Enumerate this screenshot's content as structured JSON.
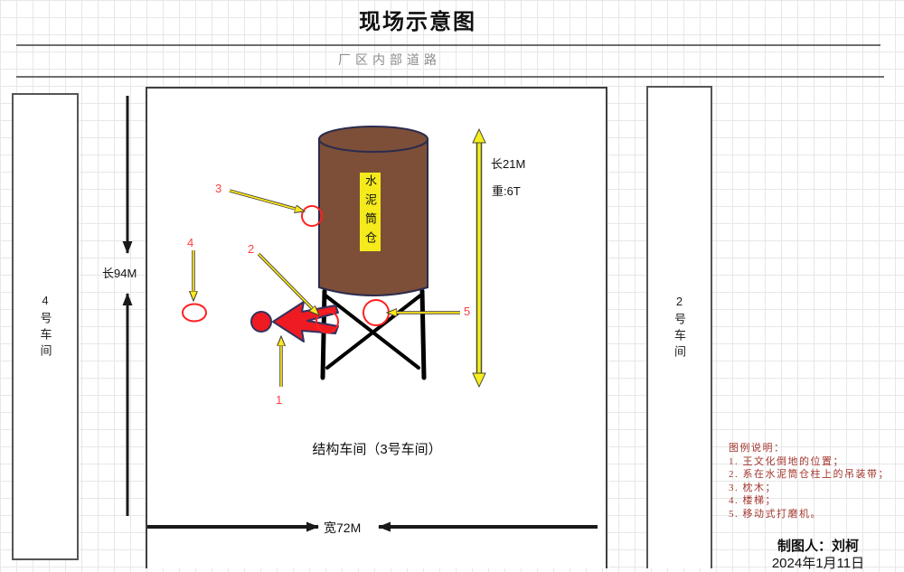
{
  "title": "现场示意图",
  "road_label": "厂区内部道路",
  "buildings": {
    "left_label": "4号车间",
    "right_label": "2号车间",
    "main_label": "结构车间（3号车间）"
  },
  "silo": {
    "label": "水泥筒仓",
    "height": "长21M",
    "weight": "重:6T"
  },
  "dimensions": {
    "site_length": "长94M",
    "site_width": "宽72M"
  },
  "markers": {
    "m1": "1",
    "m2": "2",
    "m3": "3",
    "m4": "4",
    "m5": "5"
  },
  "legend": {
    "heading": "图例说明：",
    "items": [
      "1. 王文化倒地的位置；",
      "2. 系在水泥筒仓柱上的吊装带；",
      "3. 枕木；",
      "4. 楼梯；",
      "5. 移动式打磨机。"
    ]
  },
  "footer": {
    "drafter": "制图人：刘柯",
    "date": "2024年1月11日"
  },
  "colors": {
    "silo_brown": "#7d4f38",
    "silo_outline_navy": "#2b2b4e",
    "silo_label_yellow": "#f4ea1c",
    "marker_red": "#ff4040",
    "circle_red": "#ff2020",
    "person_red": "#ee1b22",
    "legend_red": "#a3372e",
    "callout_yellow": "#ffe81a",
    "dimension_black": "#1a1a1a",
    "road_gray": "#8c8c8c"
  }
}
